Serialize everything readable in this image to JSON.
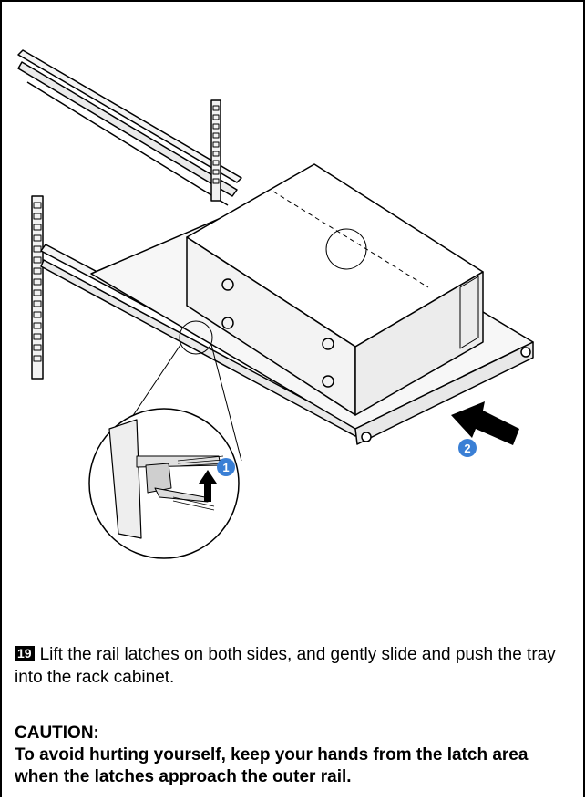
{
  "step": {
    "number": "19",
    "text": "Lift the rail latches on both sides, and gently slide and push the tray into the rack cabinet."
  },
  "caution": {
    "title": "CAUTION:",
    "text": "To avoid hurting yourself, keep your hands from the latch area when the latches approach the outer rail."
  },
  "callouts": [
    "1",
    "2"
  ],
  "colors": {
    "callout": "#3a7fd5",
    "line": "#000000",
    "background": "#ffffff"
  }
}
